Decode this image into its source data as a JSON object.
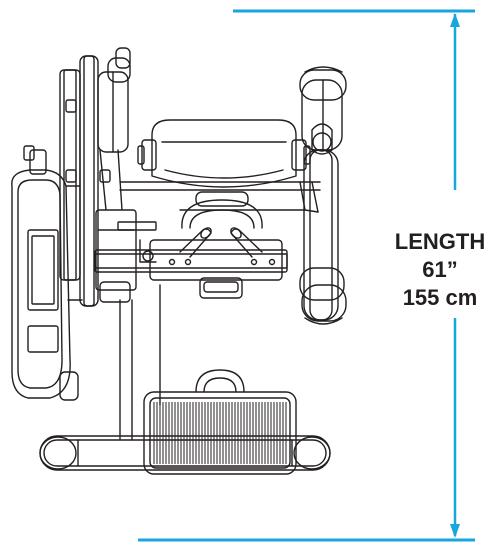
{
  "dimension": {
    "name": "LENGTH",
    "imperial": "61”",
    "metric": "155 cm"
  },
  "colors": {
    "dimension_line": "#19a6dc",
    "line_art": "#231f20",
    "background": "#ffffff"
  }
}
